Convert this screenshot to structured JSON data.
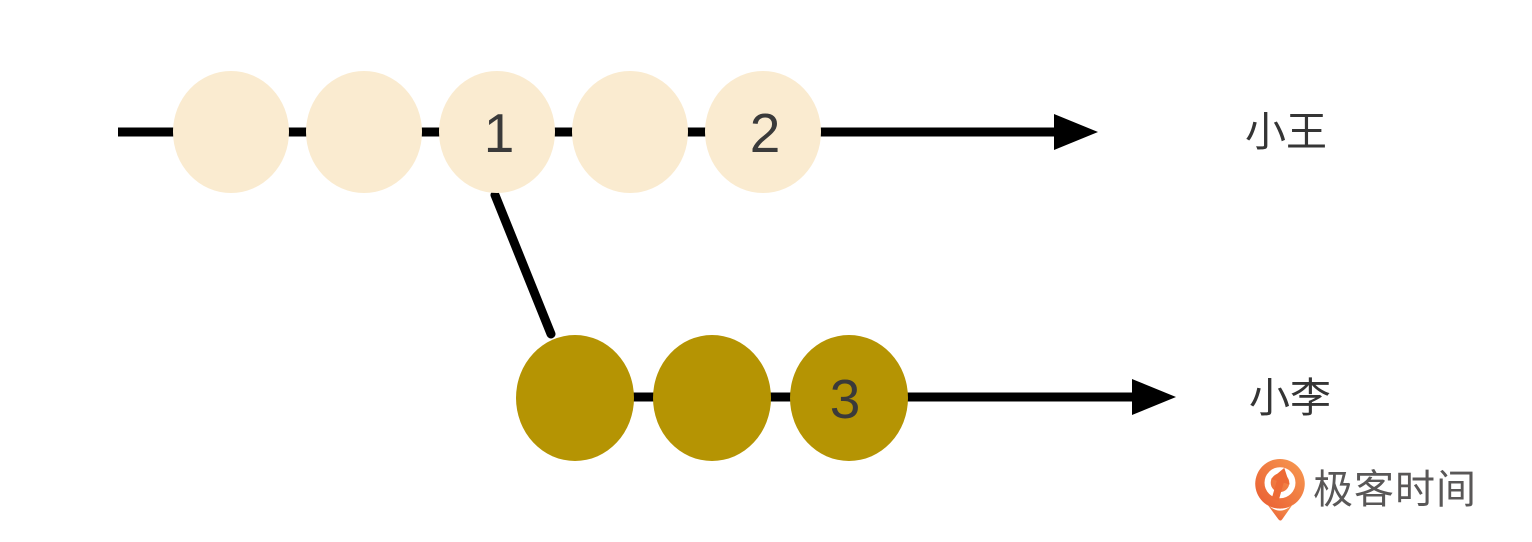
{
  "diagram": {
    "top_branch": {
      "owner_label": "小王",
      "node_color": "#faebd0",
      "commits": [
        {
          "label": ""
        },
        {
          "label": ""
        },
        {
          "label": "1"
        },
        {
          "label": ""
        },
        {
          "label": "2"
        }
      ]
    },
    "bottom_branch": {
      "owner_label": "小李",
      "node_color": "#b59403",
      "commits": [
        {
          "label": ""
        },
        {
          "label": ""
        },
        {
          "label": "3"
        }
      ]
    },
    "line_color": "#000000",
    "commit_label_color": "#3a3a3a",
    "owner_label_color": "#353535"
  },
  "logo": {
    "text": "极客时间",
    "text_color": "#595757",
    "icon_color_top": "#f79b52",
    "icon_color_bottom": "#e95b31"
  }
}
